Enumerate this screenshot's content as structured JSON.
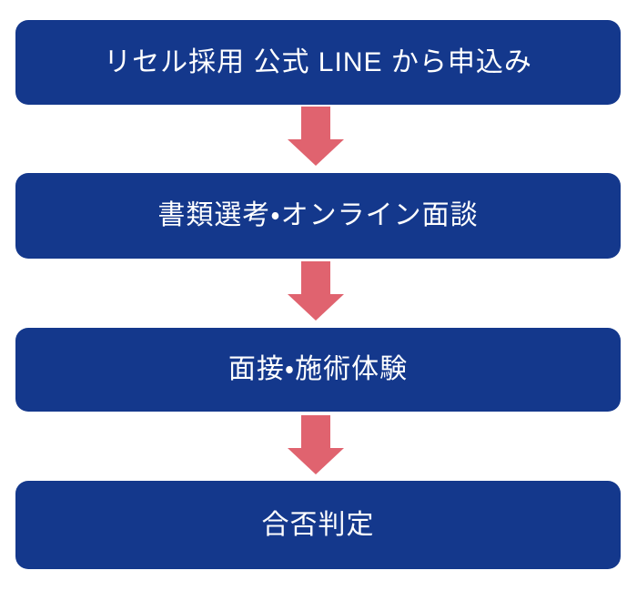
{
  "flowchart": {
    "steps": [
      {
        "label": "リセル採用 公式 LINE から申込み"
      },
      {
        "label": "書類選考・オンライン面談"
      },
      {
        "label": "面接・施術体験"
      },
      {
        "label": "合否判定"
      }
    ],
    "arrows": [
      {
        "direction": "down"
      },
      {
        "direction": "down"
      },
      {
        "direction": "down"
      }
    ],
    "colors": {
      "box_background": "#14388c",
      "box_text": "#ffffff",
      "arrow": "#e0636f",
      "page_background": "#ffffff"
    }
  }
}
